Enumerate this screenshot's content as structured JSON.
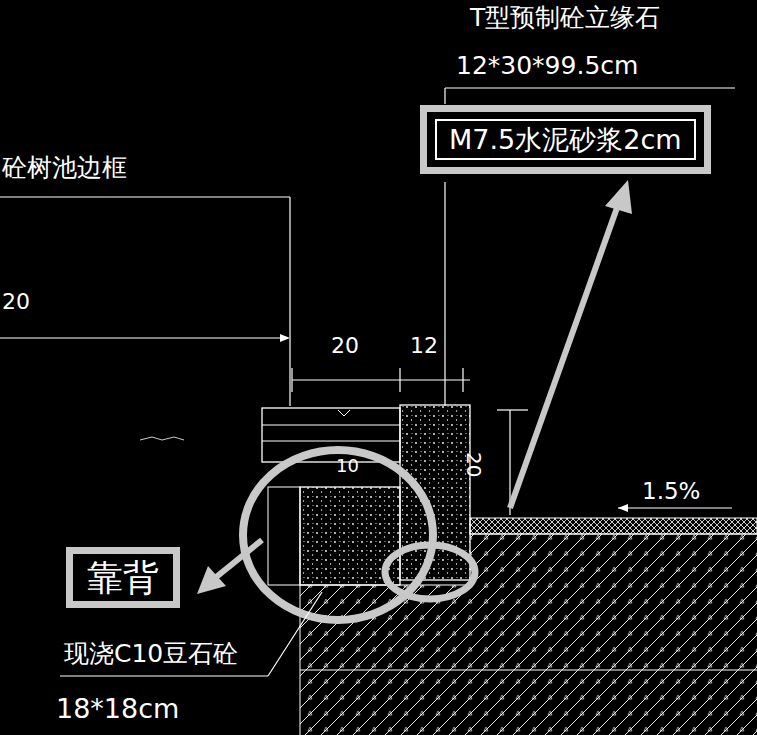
{
  "diagram": {
    "nodes": [
      {
        "text": [
          "M7.5水泥砂浆2cm"
        ]
      },
      {
        "text": [
          "靠背"
        ]
      }
    ],
    "labels": [
      "T型预制砼立缘石",
      "12*30*99.5cm",
      "砼树池边框",
      "20",
      "20",
      "12",
      "10",
      "20",
      "1.5%",
      "现浇C10豆石砼",
      "18*18cm"
    ]
  }
}
